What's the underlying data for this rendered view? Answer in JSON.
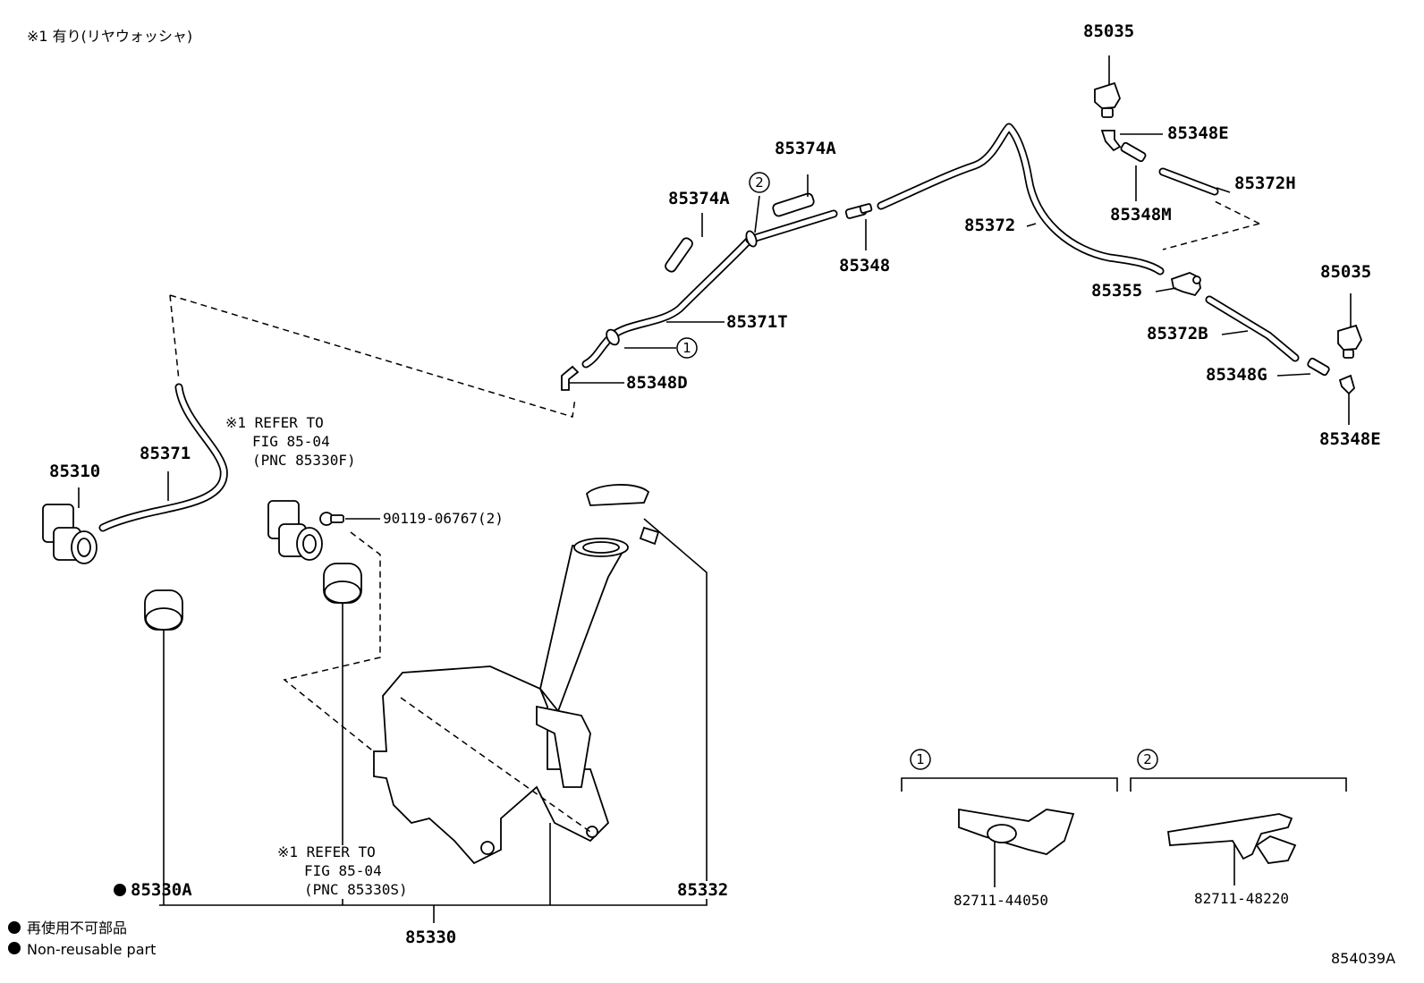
{
  "notes": {
    "top_note": "※1 有り(リヤウォッシャ)",
    "legend_jp": "再使用不可部品",
    "legend_en": "Non-reusable part",
    "diagram_id": "854039A"
  },
  "refer_notes": {
    "left": {
      "line1": "※1 REFER TO",
      "line2": "FIG 85-04",
      "line3": "(PNC 85330F)"
    },
    "bottom": {
      "line1": "※1 REFER TO",
      "line2": "FIG 85-04",
      "line3": "(PNC 85330S)"
    }
  },
  "part_labels": {
    "p85035_top": "85035",
    "p85348E_top": "85348E",
    "p85372H": "85372H",
    "p85348M": "85348M",
    "p85374A_right": "85374A",
    "p85374A_left": "85374A",
    "p85372": "85372",
    "p85348": "85348",
    "p85035_right": "85035",
    "p85355": "85355",
    "p85372B": "85372B",
    "p85348G": "85348G",
    "p85348E_bottom": "85348E",
    "p85371T": "85371T",
    "p85348D": "85348D",
    "p85310": "85310",
    "p85371": "85371",
    "p90119": "90119-06767(2)",
    "p85330A": "85330A",
    "p85332": "85332",
    "p85330": "85330",
    "p82711_44050": "82711-44050",
    "p82711_48220": "82711-48220"
  },
  "callouts": {
    "c1": "1",
    "c2": "2",
    "group1": "1",
    "group2": "2"
  }
}
